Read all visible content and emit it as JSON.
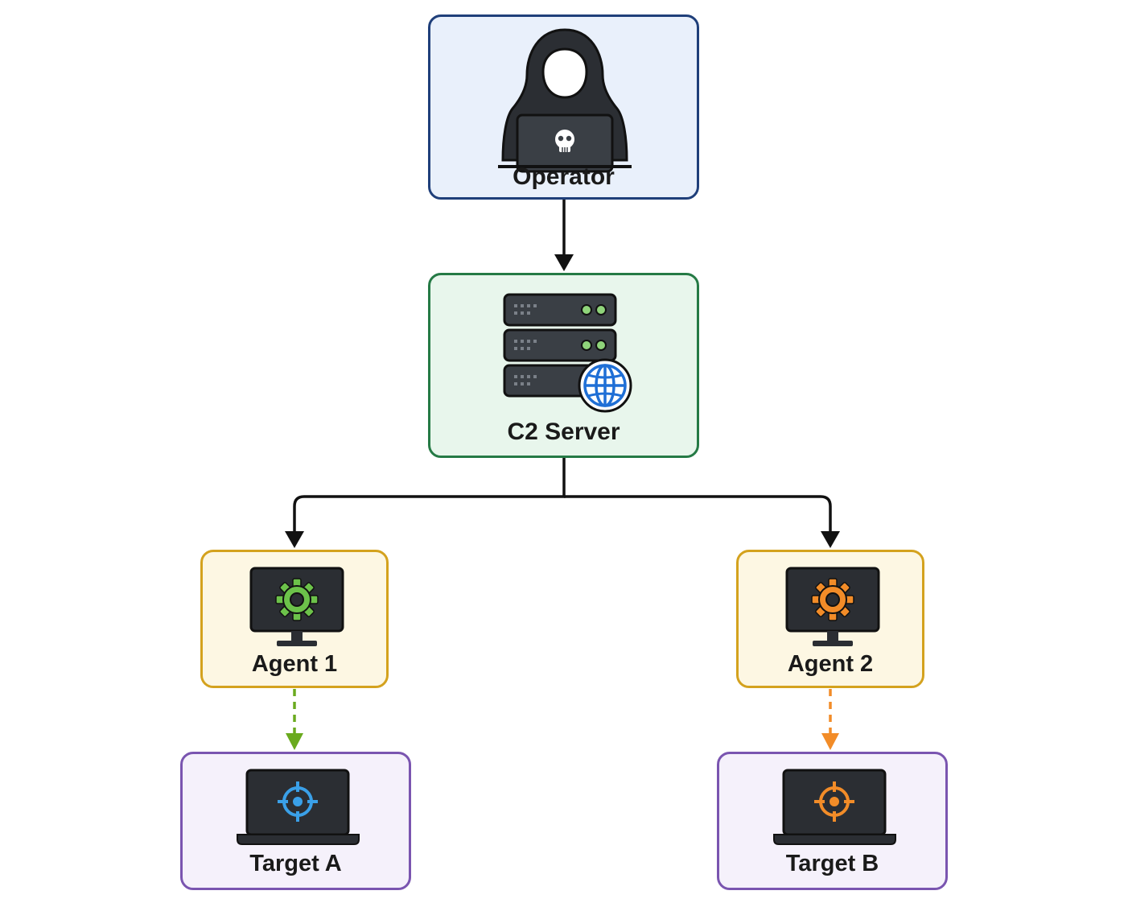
{
  "nodes": {
    "operator": {
      "label": "Operator",
      "icon": "hacker-laptop-icon"
    },
    "c2_server": {
      "label": "C2 Server",
      "icon": "server-globe-icon"
    },
    "agent_1": {
      "label": "Agent 1",
      "icon": "monitor-gear-icon",
      "accent": "#6cc24a"
    },
    "agent_2": {
      "label": "Agent 2",
      "icon": "monitor-gear-icon",
      "accent": "#f28c28"
    },
    "target_a": {
      "label": "Target A",
      "icon": "laptop-crosshair-icon",
      "accent": "#3aa0e8"
    },
    "target_b": {
      "label": "Target B",
      "icon": "laptop-crosshair-icon",
      "accent": "#f28c28"
    }
  },
  "edges": [
    {
      "from": "Operator",
      "to": "C2 Server",
      "style": "solid",
      "color": "#111111"
    },
    {
      "from": "C2 Server",
      "to": "Agent 1",
      "style": "solid",
      "color": "#111111"
    },
    {
      "from": "C2 Server",
      "to": "Agent 2",
      "style": "solid",
      "color": "#111111"
    },
    {
      "from": "Agent 1",
      "to": "Target A",
      "style": "dashed",
      "color": "#6aaa1e"
    },
    {
      "from": "Agent 2",
      "to": "Target B",
      "style": "dashed",
      "color": "#f28c28"
    }
  ],
  "colors": {
    "operator_fill": "#e9f0fb",
    "operator_border": "#1f3f7a",
    "c2_fill": "#e8f6ec",
    "c2_border": "#257a45",
    "agent_fill": "#fdf7e3",
    "agent_border": "#d4a21e",
    "target_fill": "#f5f1fb",
    "target_border": "#7a55b0"
  }
}
